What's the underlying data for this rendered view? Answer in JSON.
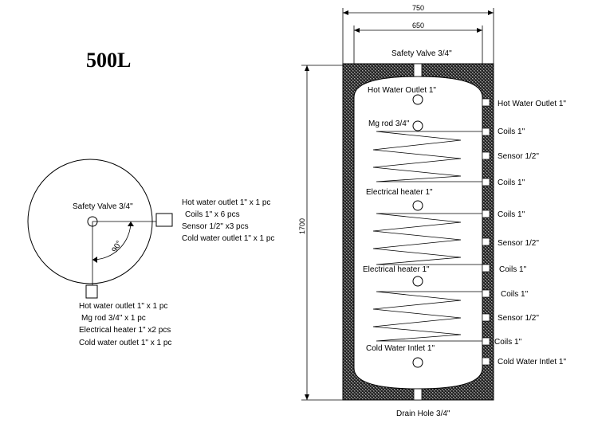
{
  "title": "500L",
  "colors": {
    "line": "#000000",
    "insulation": "#3a3a3a",
    "background": "#ffffff"
  },
  "top_view": {
    "center_label": "Safety Valve 3/4\"",
    "angle_label": "90°",
    "right_callouts": [
      "Hot water outlet 1\" x 1 pc",
      "Coils 1\" x 6 pcs",
      "Sensor 1/2\" x3 pcs",
      "Cold water outlet 1\" x 1 pc"
    ],
    "bottom_callouts": [
      "Hot water outlet 1\" x 1 pc",
      "Mg rod 3/4\" x 1 pc",
      "Electrical heater 1\" x2 pcs",
      "Cold water outlet 1\" x 1 pc"
    ]
  },
  "side_view": {
    "width_outer": "750",
    "width_inner": "650",
    "height": "1700",
    "top_label": "Safety Valve 3/4\"",
    "bottom_label": "Drain Hole 3/4\"",
    "inner_labels": {
      "hot_water_outlet": "Hot Water Outlet 1\"",
      "mg_rod": "Mg rod 3/4\"",
      "heater_1": "Electrical heater 1\"",
      "heater_2": "Electrical heater 1\"",
      "cold_water_inlet": "Cold Water Intlet 1\""
    },
    "right_labels": [
      "Hot Water Outlet 1\"",
      "Coils 1\"",
      "Sensor 1/2\"",
      "Coils 1\"",
      "Coils 1\"",
      "Sensor 1/2\"",
      "Coils 1\"",
      "Coils 1\"",
      "Sensor 1/2\"",
      "Coils 1\"",
      "Cold Water Intlet 1\""
    ]
  }
}
